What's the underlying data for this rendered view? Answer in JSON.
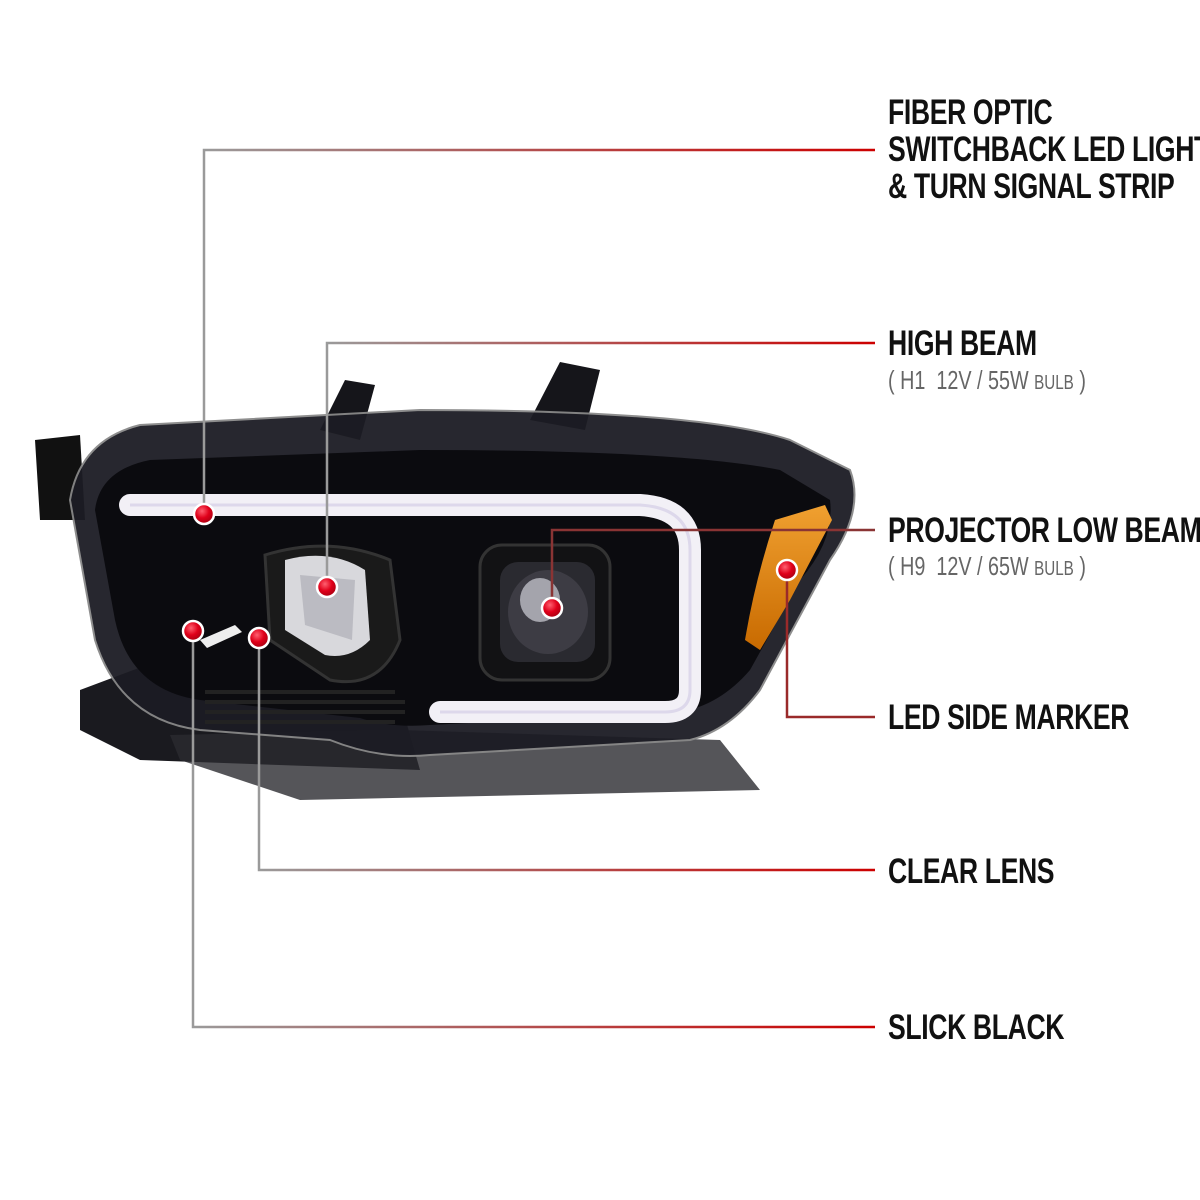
{
  "callouts": [
    {
      "id": "fiber-optic",
      "lines": [
        "FIBER OPTIC",
        "SWITCHBACK LED LIGHT",
        "& TURN SIGNAL STRIP"
      ]
    },
    {
      "id": "high-beam",
      "title": "HIGH BEAM",
      "spec": {
        "open": "(",
        "bulb_type": "H1",
        "rating": "12V / 55W",
        "suffix": "BULB",
        "close": ")"
      }
    },
    {
      "id": "projector-low-beam",
      "title": "PROJECTOR LOW BEAM",
      "spec": {
        "open": "(",
        "bulb_type": "H9",
        "rating": "12V / 65W",
        "suffix": "BULB",
        "close": ")"
      }
    },
    {
      "id": "led-side-marker",
      "title": "LED SIDE MARKER"
    },
    {
      "id": "clear-lens",
      "title": "CLEAR LENS"
    },
    {
      "id": "slick-black",
      "title": "SLICK BLACK"
    }
  ],
  "colors": {
    "leader_start": "#9a9a9a",
    "leader_end": "#cc0000",
    "marker": "#e0001a",
    "housing": "#0b0b0f",
    "amber": "#e58a10",
    "drl": "#f2f0f6"
  }
}
